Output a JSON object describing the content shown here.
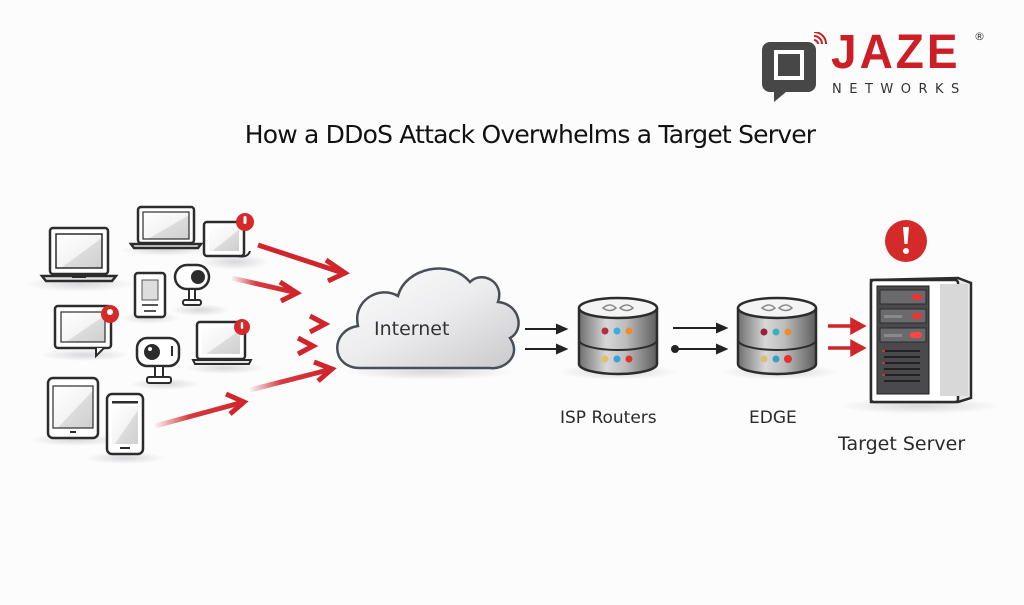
{
  "brand": {
    "name": "JAZE",
    "subtitle": "NETWORKS",
    "registered_mark": "®",
    "brand_color": "#cc1f25",
    "icon": "speech-bubble-square-wifi-icon"
  },
  "title": "How a DDoS Attack Overwhelms a Target Server",
  "colors": {
    "attack_arrow": "#d0262b",
    "normal_arrow": "#222222",
    "alert": "#d42a2a",
    "background": "#fcfcfd"
  },
  "attack_sources": [
    {
      "type": "laptop",
      "icon": "laptop-icon",
      "alert": false
    },
    {
      "type": "laptop",
      "icon": "laptop-icon",
      "alert": false
    },
    {
      "type": "monitor",
      "icon": "monitor-icon",
      "alert": true
    },
    {
      "type": "smartphone",
      "icon": "smartphone-icon",
      "alert": false
    },
    {
      "type": "security-camera",
      "icon": "camera-icon",
      "alert": false
    },
    {
      "type": "monitor",
      "icon": "monitor-icon",
      "alert": true
    },
    {
      "type": "webcam",
      "icon": "webcam-icon",
      "alert": false
    },
    {
      "type": "laptop",
      "icon": "laptop-icon",
      "alert": true
    },
    {
      "type": "tablet",
      "icon": "tablet-icon",
      "alert": false
    },
    {
      "type": "smartphone",
      "icon": "smartphone-icon",
      "alert": false
    }
  ],
  "nodes": {
    "internet": {
      "label": "Internet",
      "icon": "cloud-icon"
    },
    "isp": {
      "label": "ISP Routers",
      "icon": "router-icon"
    },
    "edge": {
      "label": "EDGE",
      "icon": "router-icon"
    },
    "target": {
      "label": "Target Server",
      "icon": "server-tower-icon",
      "alert_icon": "exclamation-alert-icon"
    }
  }
}
